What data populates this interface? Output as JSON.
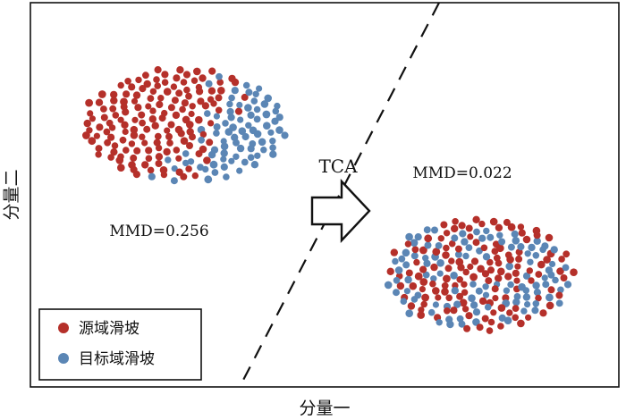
{
  "axes": {
    "x_label": "分量一",
    "y_label": "分量二"
  },
  "annotations": {
    "before_mmd": "MMD=0.256",
    "after_mmd": "MMD=0.022",
    "transform": "TCA"
  },
  "legend": {
    "items": [
      {
        "label": "源域滑坡",
        "color": "#b5302a"
      },
      {
        "label": "目标域滑坡",
        "color": "#5b86b5"
      }
    ]
  },
  "colors": {
    "source": "#b5302a",
    "target": "#5b86b5",
    "frame": "#111111"
  },
  "clusters": {
    "before": {
      "source_count": 150,
      "target_count": 80
    },
    "after": {
      "source_count": 130,
      "target_count": 105
    }
  }
}
